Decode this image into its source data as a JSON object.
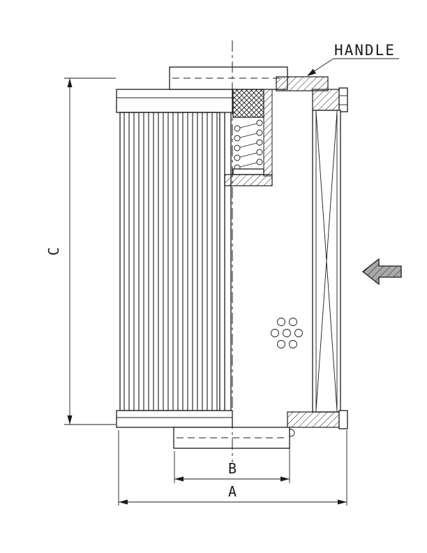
{
  "drawing": {
    "type": "technical-section-drawing",
    "subject": "Filter element cross-section with dimension callouts",
    "labels": {
      "handle": "HANDLE",
      "dim_c": "C",
      "dim_b": "B",
      "dim_a": "A"
    },
    "icons": {
      "flow_direction_arrow": "block-arrow-left",
      "handle_leader_arrow": "leader-arrowhead"
    },
    "colors": {
      "line": "#1a1a1a",
      "background": "#ffffff",
      "flow_arrow_fill": "#a9a9a9"
    }
  }
}
